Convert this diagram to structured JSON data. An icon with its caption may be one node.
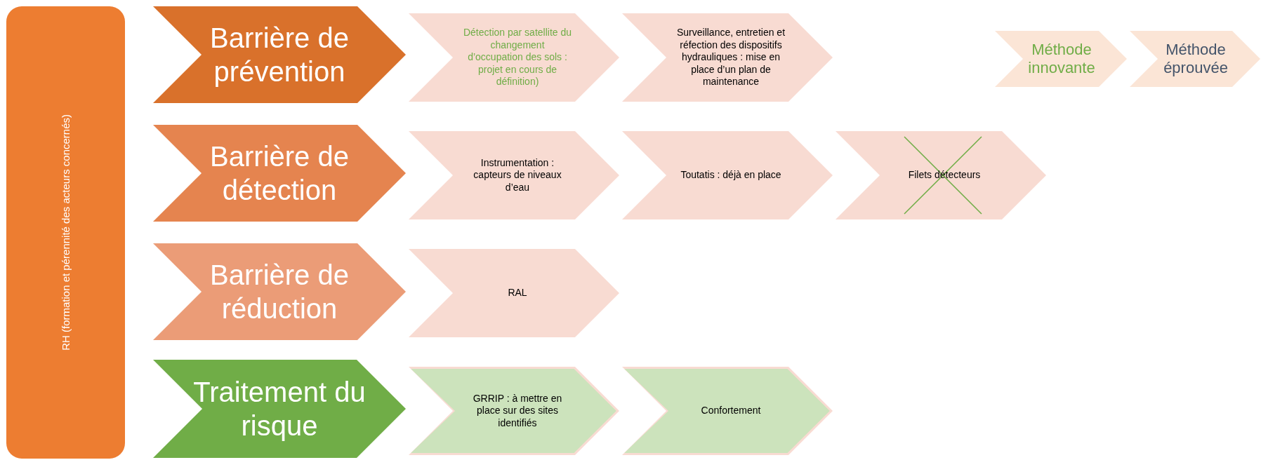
{
  "diagram": {
    "nodes": [
      {
        "text": [
          "RH (formation et pérennité des acteurs concernés)"
        ]
      },
      {
        "text": [
          "Barrière de prévention"
        ]
      },
      {
        "text": [
          "Détection par satellite du changement d’occupation des sols : projet en cours de définition)"
        ]
      },
      {
        "text": [
          "Surveillance, entretien et réfection des dispositifs hydrauliques : mise en place d’un plan de maintenance"
        ]
      },
      {
        "text": [
          "Barrière de détection"
        ]
      },
      {
        "text": [
          "Instrumentation : capteurs de niveaux d’eau"
        ]
      },
      {
        "text": [
          "Toutatis : déjà en place"
        ]
      },
      {
        "text": [
          "Filets détecteurs"
        ]
      },
      {
        "text": [
          "Barrière de réduction"
        ]
      },
      {
        "text": [
          "RAL"
        ]
      },
      {
        "text": [
          "Traitement du risque"
        ]
      },
      {
        "text": [
          "GRRIP : à mettre en place sur des sites identifiés"
        ]
      },
      {
        "text": [
          "Confortement"
        ]
      }
    ],
    "legend": [
      {
        "text": "Méthode innovante"
      },
      {
        "text": "Méthode éprouvée"
      }
    ]
  }
}
